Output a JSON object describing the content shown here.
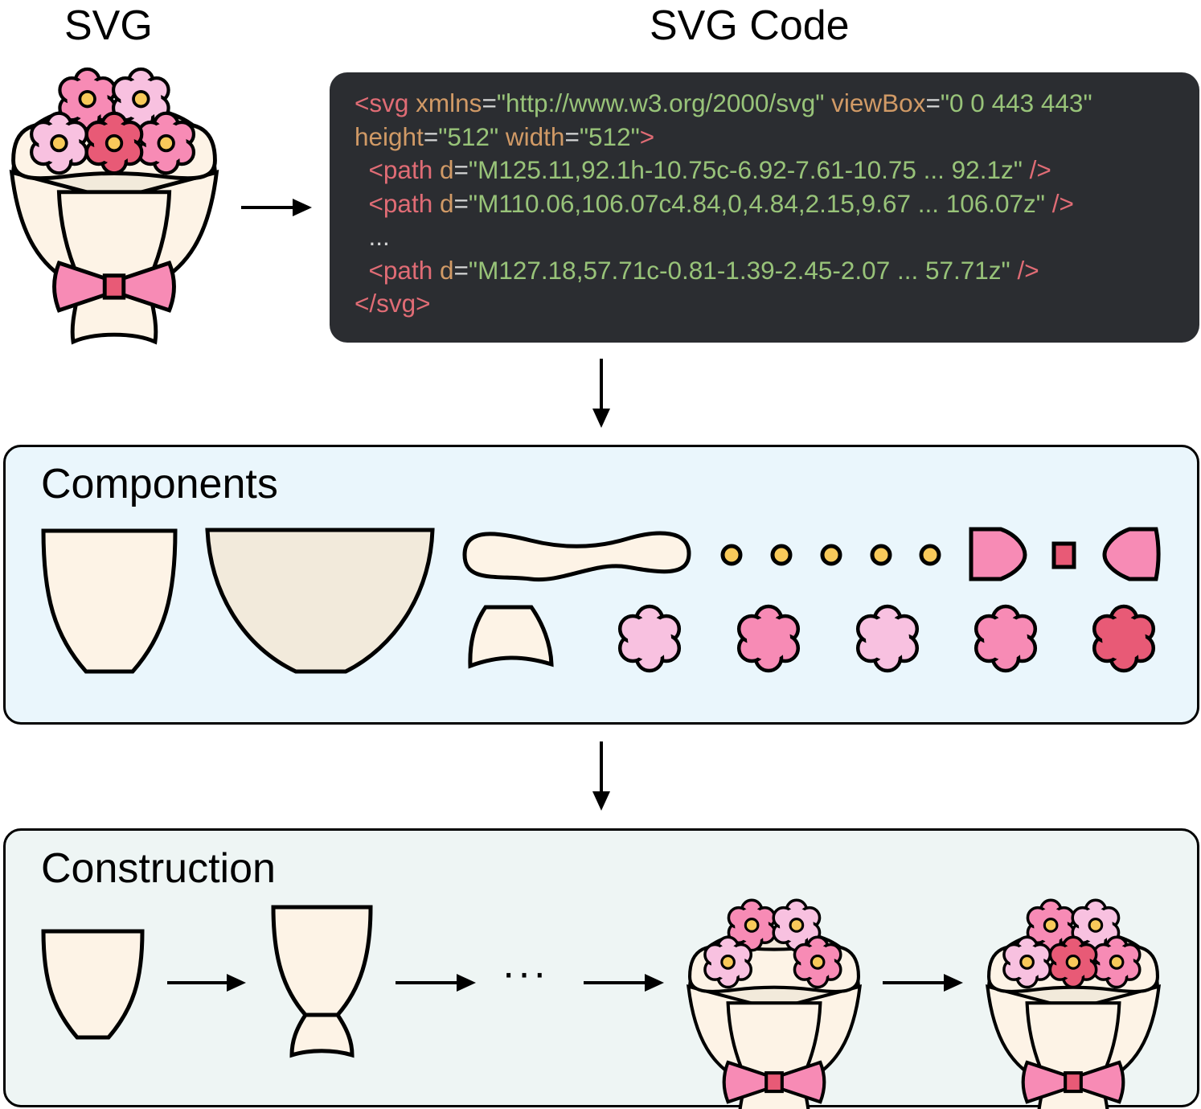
{
  "headings": {
    "svg": "SVG",
    "svg_code": "SVG Code"
  },
  "code": {
    "line1": {
      "open": "<svg",
      "a1": " xmlns",
      "e1": "=",
      "v1": "\"http://www.w3.org/2000/svg\"",
      "a2": " viewBox",
      "e2": "=",
      "v2": "\"0 0 443 443\""
    },
    "line2": {
      "a1": "height",
      "e1": "=",
      "v1": "\"512\"",
      "a2": " width",
      "e2": "=",
      "v2": "\"512\"",
      "close": ">"
    },
    "line3": {
      "indent": "  ",
      "open": "<path",
      "a": " d",
      "e": "=",
      "v": "\"M125.11,92.1h-10.75c-6.92-7.61-10.75 ... 92.1z\"",
      "close": " />"
    },
    "line4": {
      "indent": "  ",
      "open": "<path",
      "a": " d",
      "e": "=",
      "v": "\"M110.06,106.07c4.84,0,4.84,2.15,9.67 ... 106.07z\"",
      "close": " />"
    },
    "line5": "  ...",
    "line6": {
      "indent": "  ",
      "open": "<path",
      "a": " d",
      "e": "=",
      "v": "\"M127.18,57.71c-0.81-1.39-2.45-2.07 ... 57.71z\"",
      "close": " />"
    },
    "line7": "</svg>"
  },
  "components": {
    "title": "Components"
  },
  "construction": {
    "title": "Construction",
    "ellipsis": "···"
  },
  "colors": {
    "cream": "#fdf3e6",
    "tan": "#f2eadb",
    "light_pink": "#f8c1e0",
    "pink": "#f78bb5",
    "deep_pink": "#e85a76",
    "yellow": "#f8c95a",
    "code_bg": "#2b2d31",
    "components_bg": "#eaf6fc",
    "construction_bg": "#eef5f4"
  }
}
